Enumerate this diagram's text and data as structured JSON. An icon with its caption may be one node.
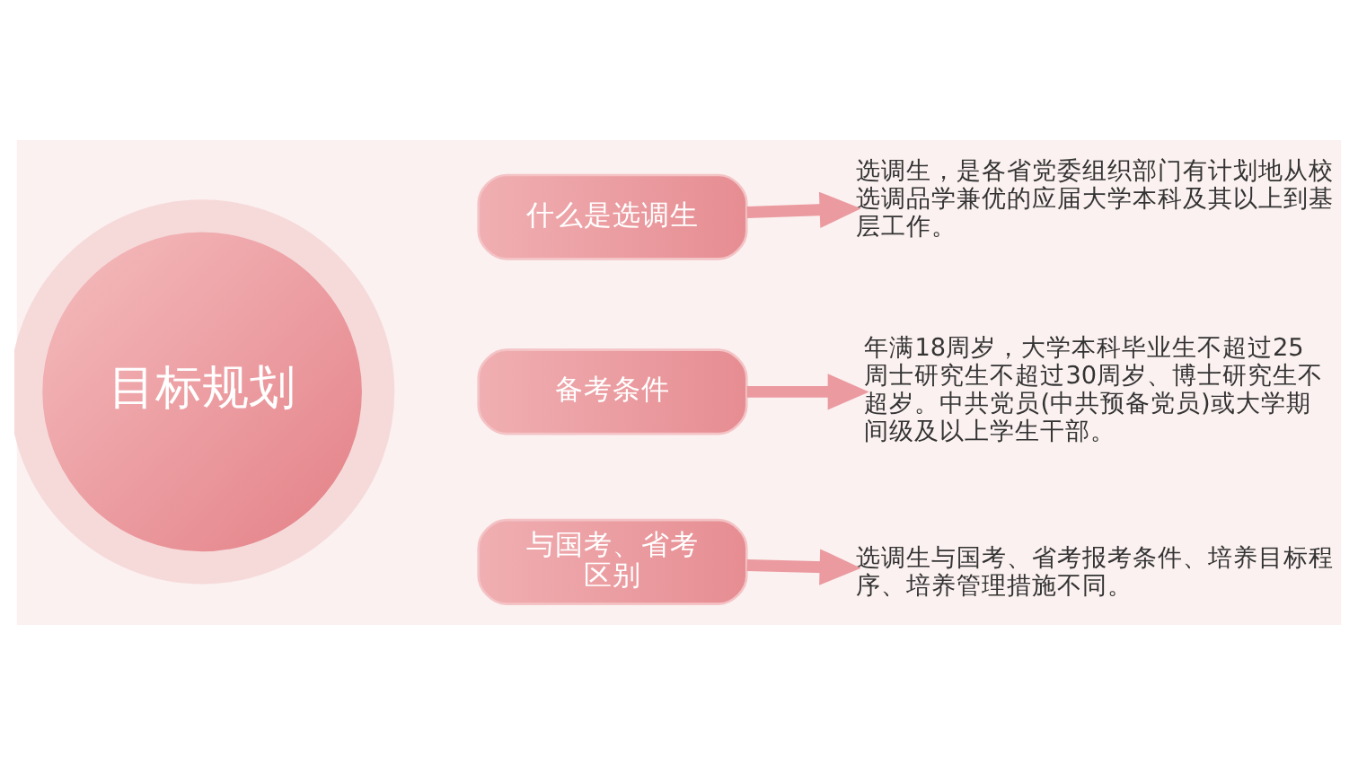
{
  "diagram": {
    "nodes": [
      {
        "text": [
          "目标规划"
        ]
      },
      {
        "text": [
          "什么是选调生"
        ]
      },
      {
        "text": [
          "备考条件"
        ]
      },
      {
        "text": [
          "与国考、省考区别"
        ]
      },
      {
        "text": [
          "选调生，是各省党委组织部门有计划地从校选调品学兼优的应届大学本科及其以上到基层工作。"
        ]
      },
      {
        "text": [
          "年满18周岁，大学本科毕业生不超过25周士研究生不超过30周岁、博士研究生不超岁。中共党员(中共预备党员)或大学期间级及以上学生干部。"
        ]
      },
      {
        "text": [
          "选调生与国考、省考报考条件、培养目标程序、培养管理措施不同。"
        ]
      }
    ],
    "edges": [
      {
        "from": 1,
        "to": 4,
        "arrow": "to"
      },
      {
        "from": 2,
        "to": 5,
        "arrow": "to"
      },
      {
        "from": 3,
        "to": 6,
        "arrow": "to"
      }
    ]
  }
}
